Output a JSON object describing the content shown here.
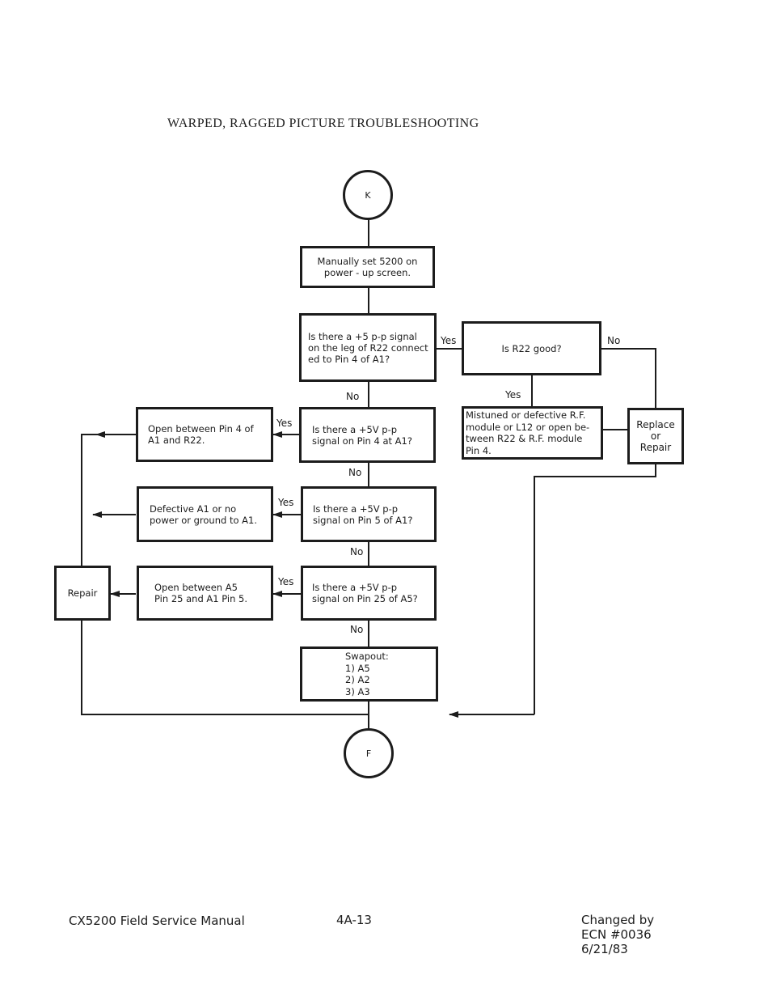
{
  "title": "WARPED, RAGGED PICTURE TROUBLESHOOTING",
  "nodes": {
    "start": "K",
    "set_power_up": "Manually set 5200 on\npower - up screen.",
    "q_r22_leg": "Is there a +5 p-p signal\non the leg of R22 connect\ned to Pin 4 of A1?",
    "q_r22_good": "Is R22   good?",
    "replace_repair": "Replace\nor\nRepair",
    "mistuned_rf": "Mistuned or defective R.F.\nmodule or L12 or open be-\ntween R22 & R.F. module\nPin 4.",
    "q_pin4": "Is there a +5V p-p\nsignal on Pin 4 at A1?",
    "open_pin4": "Open between Pin 4 of\nA1 and R22.",
    "q_pin5": "Is there a +5V p-p\nsignal on Pin 5 of A1?",
    "defective_a1": "Defective A1 or no\npower or ground to A1.",
    "q_pin25": "Is there a +5V p-p\nsignal on Pin 25 of A5?",
    "open_a5": "Open between A5\nPin 25 and A1 Pin 5.",
    "repair": "Repair",
    "swapout": "Swapout:\n1) A5\n2) A2\n3) A3",
    "end": "F"
  },
  "labels": {
    "yes": "Yes",
    "no": "No"
  },
  "footer": {
    "manual": "CX5200 Field Service Manual",
    "page": "4A-13",
    "change": "Changed by\nECN #0036\n6/21/83"
  }
}
